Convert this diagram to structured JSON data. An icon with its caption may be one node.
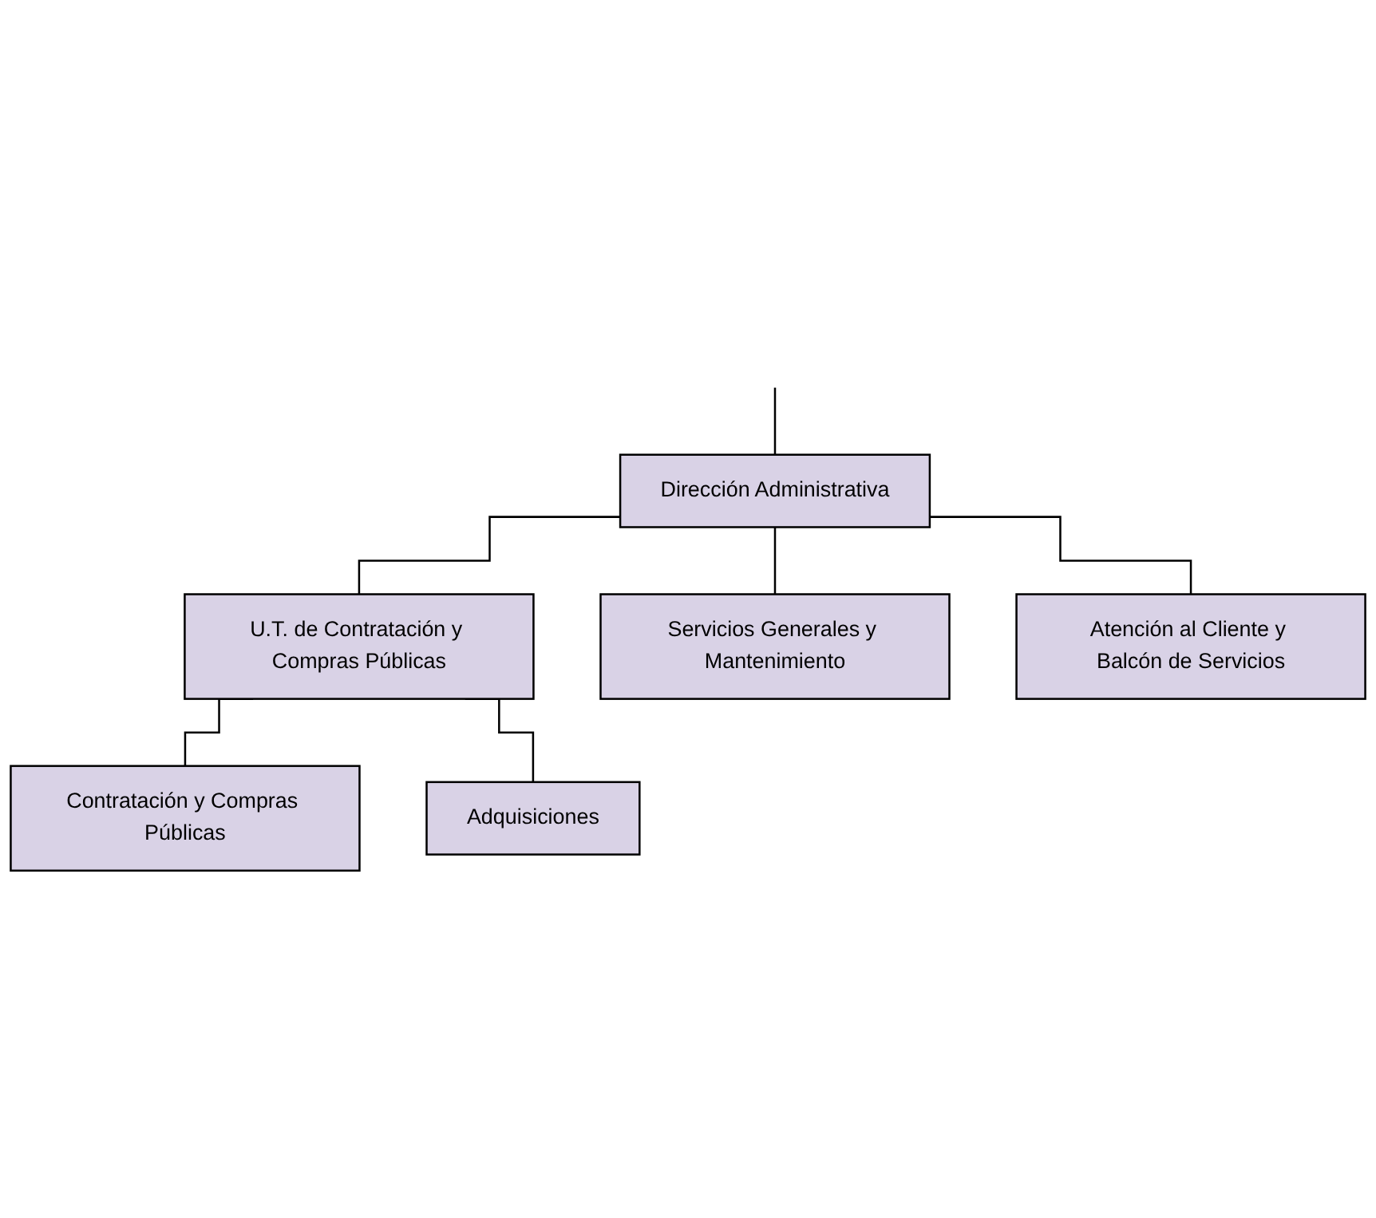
{
  "diagram": {
    "nodes": [
      {
        "text": [
          "Dirección Administrativa"
        ]
      },
      {
        "text": [
          "U.T. de Contratación y Compras Públicas"
        ]
      },
      {
        "text": [
          "Servicios Generales y Mantenimiento"
        ]
      },
      {
        "text": [
          "Contratación y Compras Públicas"
        ]
      },
      {
        "text": [
          "Atención al Cliente y Balcón de Servicios"
        ]
      },
      {
        "text": [
          "Adquisiciones"
        ]
      }
    ],
    "edges": [
      {
        "from": null,
        "to": 0,
        "arrow": "none"
      },
      {
        "from": 0,
        "to": 1,
        "arrow": "none"
      },
      {
        "from": 0,
        "to": 2,
        "arrow": "none"
      },
      {
        "from": 0,
        "to": 4,
        "arrow": "none"
      },
      {
        "from": 1,
        "to": 3,
        "arrow": "none"
      },
      {
        "from": 1,
        "to": 5,
        "arrow": "none"
      }
    ]
  }
}
